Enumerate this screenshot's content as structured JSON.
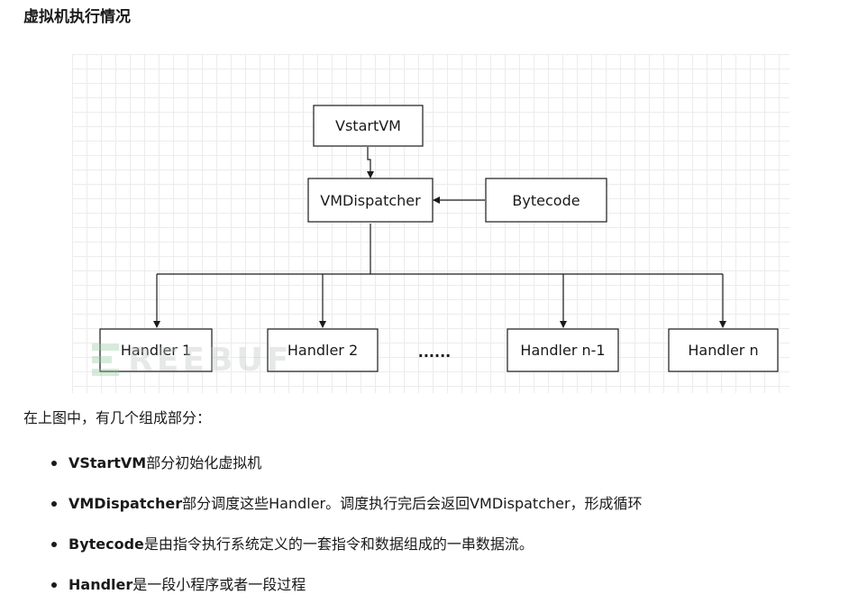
{
  "section": {
    "title": "虚拟机执行情况"
  },
  "diagram": {
    "nodes": {
      "vstartvm": "VstartVM",
      "dispatcher": "VMDispatcher",
      "bytecode": "Bytecode",
      "handler1": "Handler 1",
      "handler2": "Handler 2",
      "ellipsis": "......",
      "handlern1": "Handler n-1",
      "handlern": "Handler n"
    },
    "watermark": "REEBUF"
  },
  "intro": "在上图中，有几个组成部分：",
  "components": [
    {
      "term": "VStartVM",
      "desc": "部分初始化虚拟机"
    },
    {
      "term": "VMDispatcher",
      "desc": "部分调度这些Handler。调度执行完后会返回VMDispatcher，形成循环"
    },
    {
      "term": "Bytecode",
      "desc": "是由指令执行系统定义的一套指令和数据组成的一串数据流。"
    },
    {
      "term": "Handler",
      "desc": "是一段小程序或者一段过程"
    }
  ]
}
